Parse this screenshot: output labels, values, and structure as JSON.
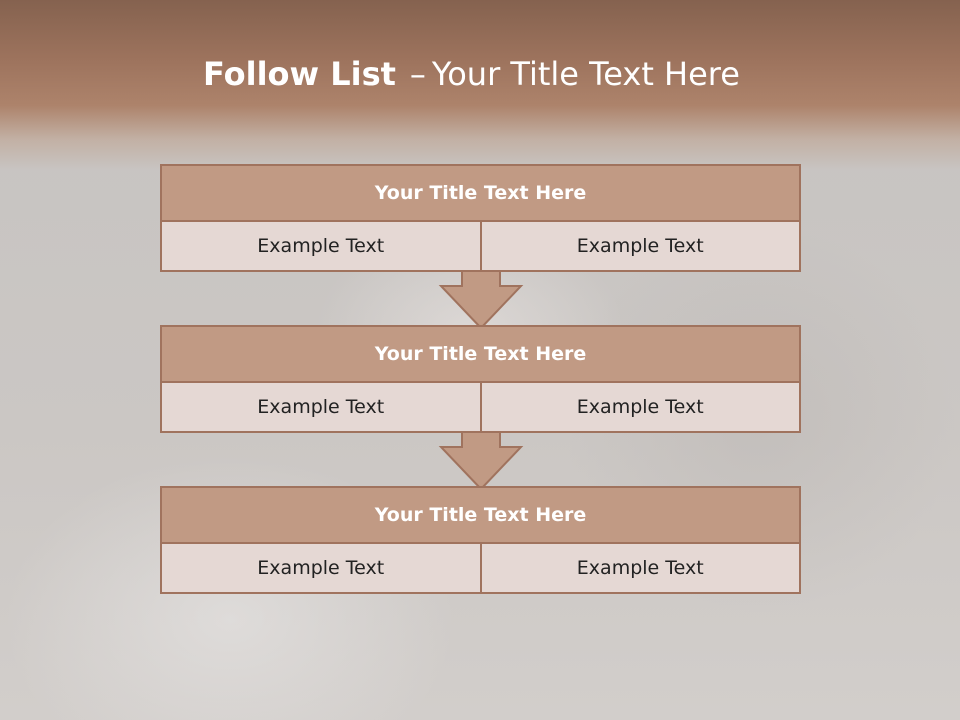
{
  "slide": {
    "title_bold": "Follow List",
    "title_sep": "–",
    "title_rest": "Your Title Text Here"
  },
  "steps": [
    {
      "title": "Your Title Text Here",
      "left": "Example Text",
      "right": "Example Text"
    },
    {
      "title": "Your Title Text Here",
      "left": "Example Text",
      "right": "Example Text"
    },
    {
      "title": "Your Title Text Here",
      "left": "Example Text",
      "right": "Example Text"
    }
  ],
  "colors": {
    "header": "#9d735d",
    "panel_head": "#c19a84",
    "panel_cell": "#e5d8d4",
    "border": "#a0735e",
    "arrow": "#c19a84"
  }
}
